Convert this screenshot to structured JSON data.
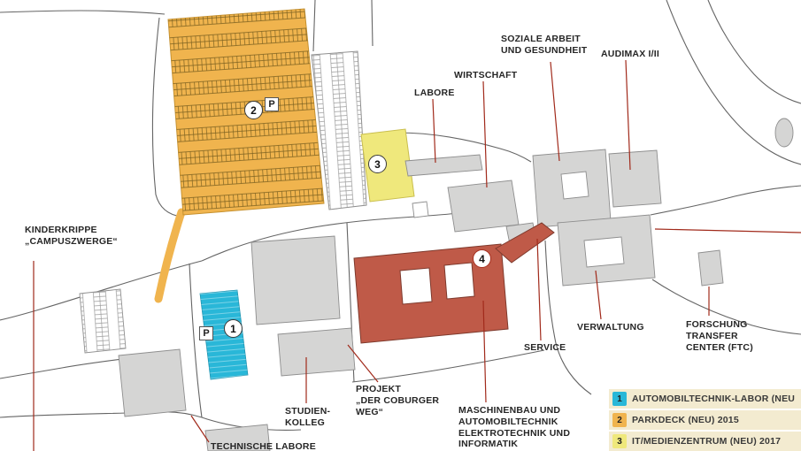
{
  "map": {
    "labels": {
      "kinderkrippe": "KINDERKRIPPE\n„CAMPUSZWERGE“",
      "labore": "LABORE",
      "wirtschaft": "WIRTSCHAFT",
      "soziale_arbeit": "SOZIALE ARBEIT\nUND GESUNDHEIT",
      "audimax": "AUDIMAX I/II",
      "verwaltung": "VERWALTUNG",
      "service": "SERVICE",
      "ftc": "FORSCHUNG\nTRANSFER\nCENTER (FTC)",
      "studienkolleg": "STUDIEN-\nKOLLEG",
      "coburger_weg": "PROJEKT\n„DER COBURGER\nWEG“",
      "maschinenbau": "MASCHINENBAU UND\nAUTOMOBILTECHNIK\nELEKTROTECHNIK UND\nINFORMATIK",
      "technische_labore": "TECHNISCHE LABORE"
    },
    "badges": {
      "n1": "1",
      "n2": "2",
      "n3": "3",
      "n4": "4",
      "parking_symbol": "P"
    },
    "colors": {
      "parking_orange": "#F0B44E",
      "area_yellow": "#EFE87C",
      "area_cyan": "#29B7D8",
      "building_red": "#BF5A48",
      "building_gray": "#D5D5D4",
      "leader_red": "#A12A1B"
    }
  },
  "legend": {
    "items": [
      {
        "num": "1",
        "color": "#29B7D8",
        "label": "AUTOMOBILTECHNIK-LABOR (NEU"
      },
      {
        "num": "2",
        "color": "#F0B44E",
        "label": "PARKDECK (NEU) 2015"
      },
      {
        "num": "3",
        "color": "#EFE87C",
        "label": "IT/MEDIENZENTRUM (NEU) 2017"
      }
    ]
  }
}
